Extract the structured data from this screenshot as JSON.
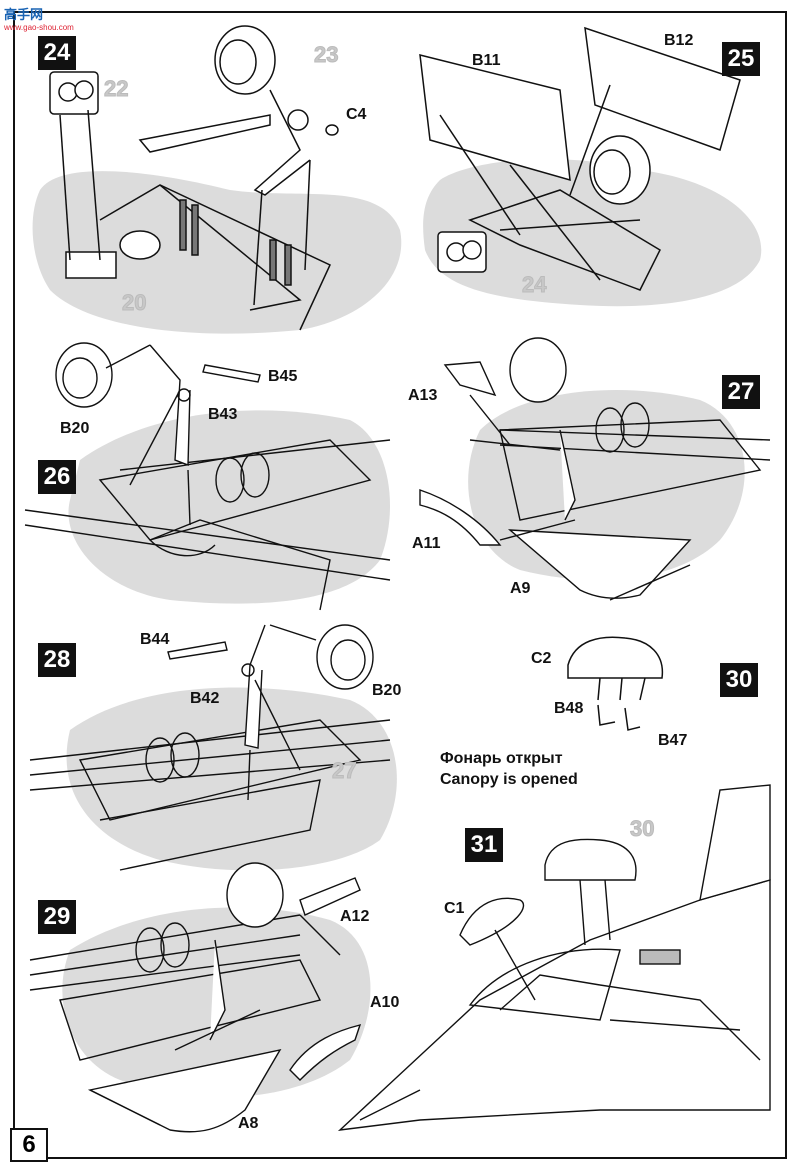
{
  "watermark": {
    "main": "高手网",
    "url": "www.gao-shou.com"
  },
  "page_number": "6",
  "colors": {
    "panel": "#dcdcdc",
    "ink": "#111111",
    "ghost": "#c8c8c8"
  },
  "steps": [
    {
      "id": "24",
      "ghosts": [
        "22",
        "23",
        "20"
      ],
      "parts": [
        "C4"
      ]
    },
    {
      "id": "25",
      "ghosts": [
        "24"
      ],
      "parts": [
        "B11",
        "B12"
      ]
    },
    {
      "id": "26",
      "ghosts": [],
      "parts": [
        "B45",
        "B43",
        "B20"
      ]
    },
    {
      "id": "27",
      "ghosts": [],
      "parts": [
        "A13",
        "A11",
        "A9"
      ]
    },
    {
      "id": "28",
      "ghosts": [
        "27"
      ],
      "parts": [
        "B44",
        "B42",
        "B20"
      ]
    },
    {
      "id": "29",
      "ghosts": [],
      "parts": [
        "A12",
        "A10",
        "A8"
      ]
    },
    {
      "id": "30",
      "ghosts": [],
      "parts": [
        "C2",
        "B48",
        "B47"
      ]
    },
    {
      "id": "31",
      "ghosts": [
        "30"
      ],
      "parts": [
        "C1"
      ]
    }
  ],
  "canopy_note": {
    "ru": "Фонарь открыт",
    "en": "Canopy is opened"
  }
}
